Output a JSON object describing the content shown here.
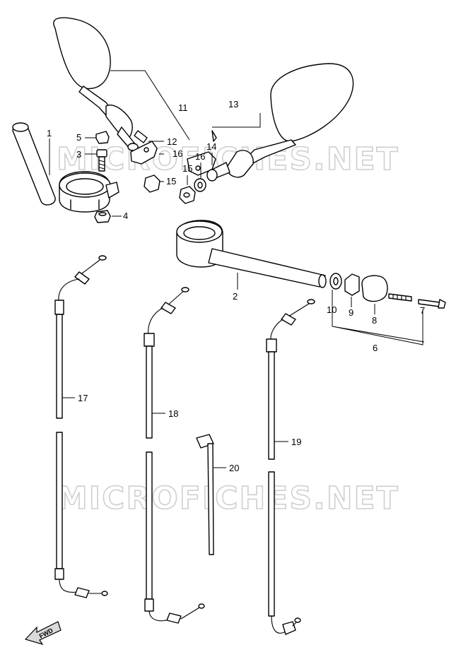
{
  "watermark": "MICROFICHES.NET",
  "fwd_label": "FWD",
  "callouts": {
    "c1": "1",
    "c2": "2",
    "c3": "3",
    "c4": "4",
    "c5": "5",
    "c6": "6",
    "c7": "7",
    "c8": "8",
    "c9": "9",
    "c10": "10",
    "c11": "11",
    "c12": "12",
    "c13": "13",
    "c14": "14",
    "c15a": "15",
    "c15b": "15",
    "c16a": "16",
    "c16b": "16",
    "c17": "17",
    "c18": "18",
    "c19": "19",
    "c20": "20"
  },
  "icons": {
    "direction": "forward-arrow-icon"
  }
}
